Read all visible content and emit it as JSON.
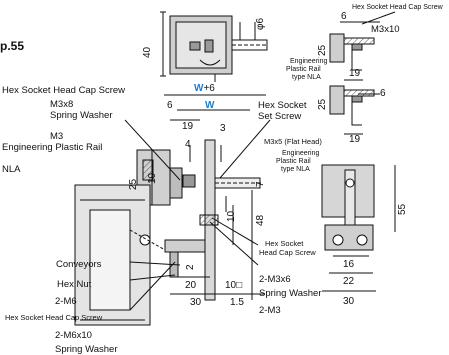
{
  "page": {
    "page_ref": "p.55"
  },
  "top_view": {
    "dim_40": "40",
    "dim_phi6": "φ6"
  },
  "side_view": {
    "label_w_plus6_w": "W",
    "label_w_plus6_rest": "+6",
    "label_w": "W",
    "dim_6": "6",
    "dim_19": "19",
    "dim_4": "4",
    "dim_3": "3",
    "dim_10": "10",
    "dim_25": "25",
    "dim_7": "7",
    "dim_10b": "10",
    "dim_48": "48",
    "dim_2": "2",
    "dim_20": "20",
    "dim_10sq": "10□",
    "dim_30": "30",
    "dim_1_5": "1.5"
  },
  "left_labels": {
    "hex_socket_head_cap_screw": "Hex Socket Head Cap Screw",
    "m3x8": "M3x8",
    "spring_washer": "Spring Washer",
    "m3": "M3",
    "engineering_plastic_rail": "Engineering Plastic Rail",
    "nla": "NLA",
    "conveyors": "Conveyors",
    "hex_nut": "Hex Nut",
    "two_m6": "2-M6",
    "hex_socket_head_cap_screw_2": "Hex Socket Head Cap Screw",
    "two_m6x10": "2-M6x10",
    "spring_washer_2": "Spring Washer"
  },
  "middle_labels": {
    "hex_socket": "Hex Socket",
    "set_screw": "Set Screw",
    "hex_socket_head_cap_screw_3_l1": "Hex Socket",
    "hex_socket_head_cap_screw_3_l2": "Head Cap Screw",
    "two_m3x6": "2-M3x6",
    "spring_washer_3": "Spring Washer",
    "two_m3": "2-M3"
  },
  "right_top": {
    "hex_socket_head_cap_screw": "Hex Socket Head Cap Screw",
    "m3x10": "M3x10",
    "dim_6": "6",
    "dim_25": "25",
    "dim_19": "19",
    "engineering": "Engineering",
    "plastic_rail": "Plastic Rail",
    "type_nla": "type   NLA"
  },
  "right_mid": {
    "dim_6": "6",
    "dim_25": "25",
    "m3x5_flat_head": "M3x5 (Flat Head)",
    "dim_19": "19",
    "engineering": "Engineering",
    "plastic_rail": "Plastic Rail",
    "type_nla": "type   NLA"
  },
  "end_view": {
    "dim_55": "55",
    "dim_16": "16",
    "dim_22": "22",
    "dim_30": "30"
  }
}
